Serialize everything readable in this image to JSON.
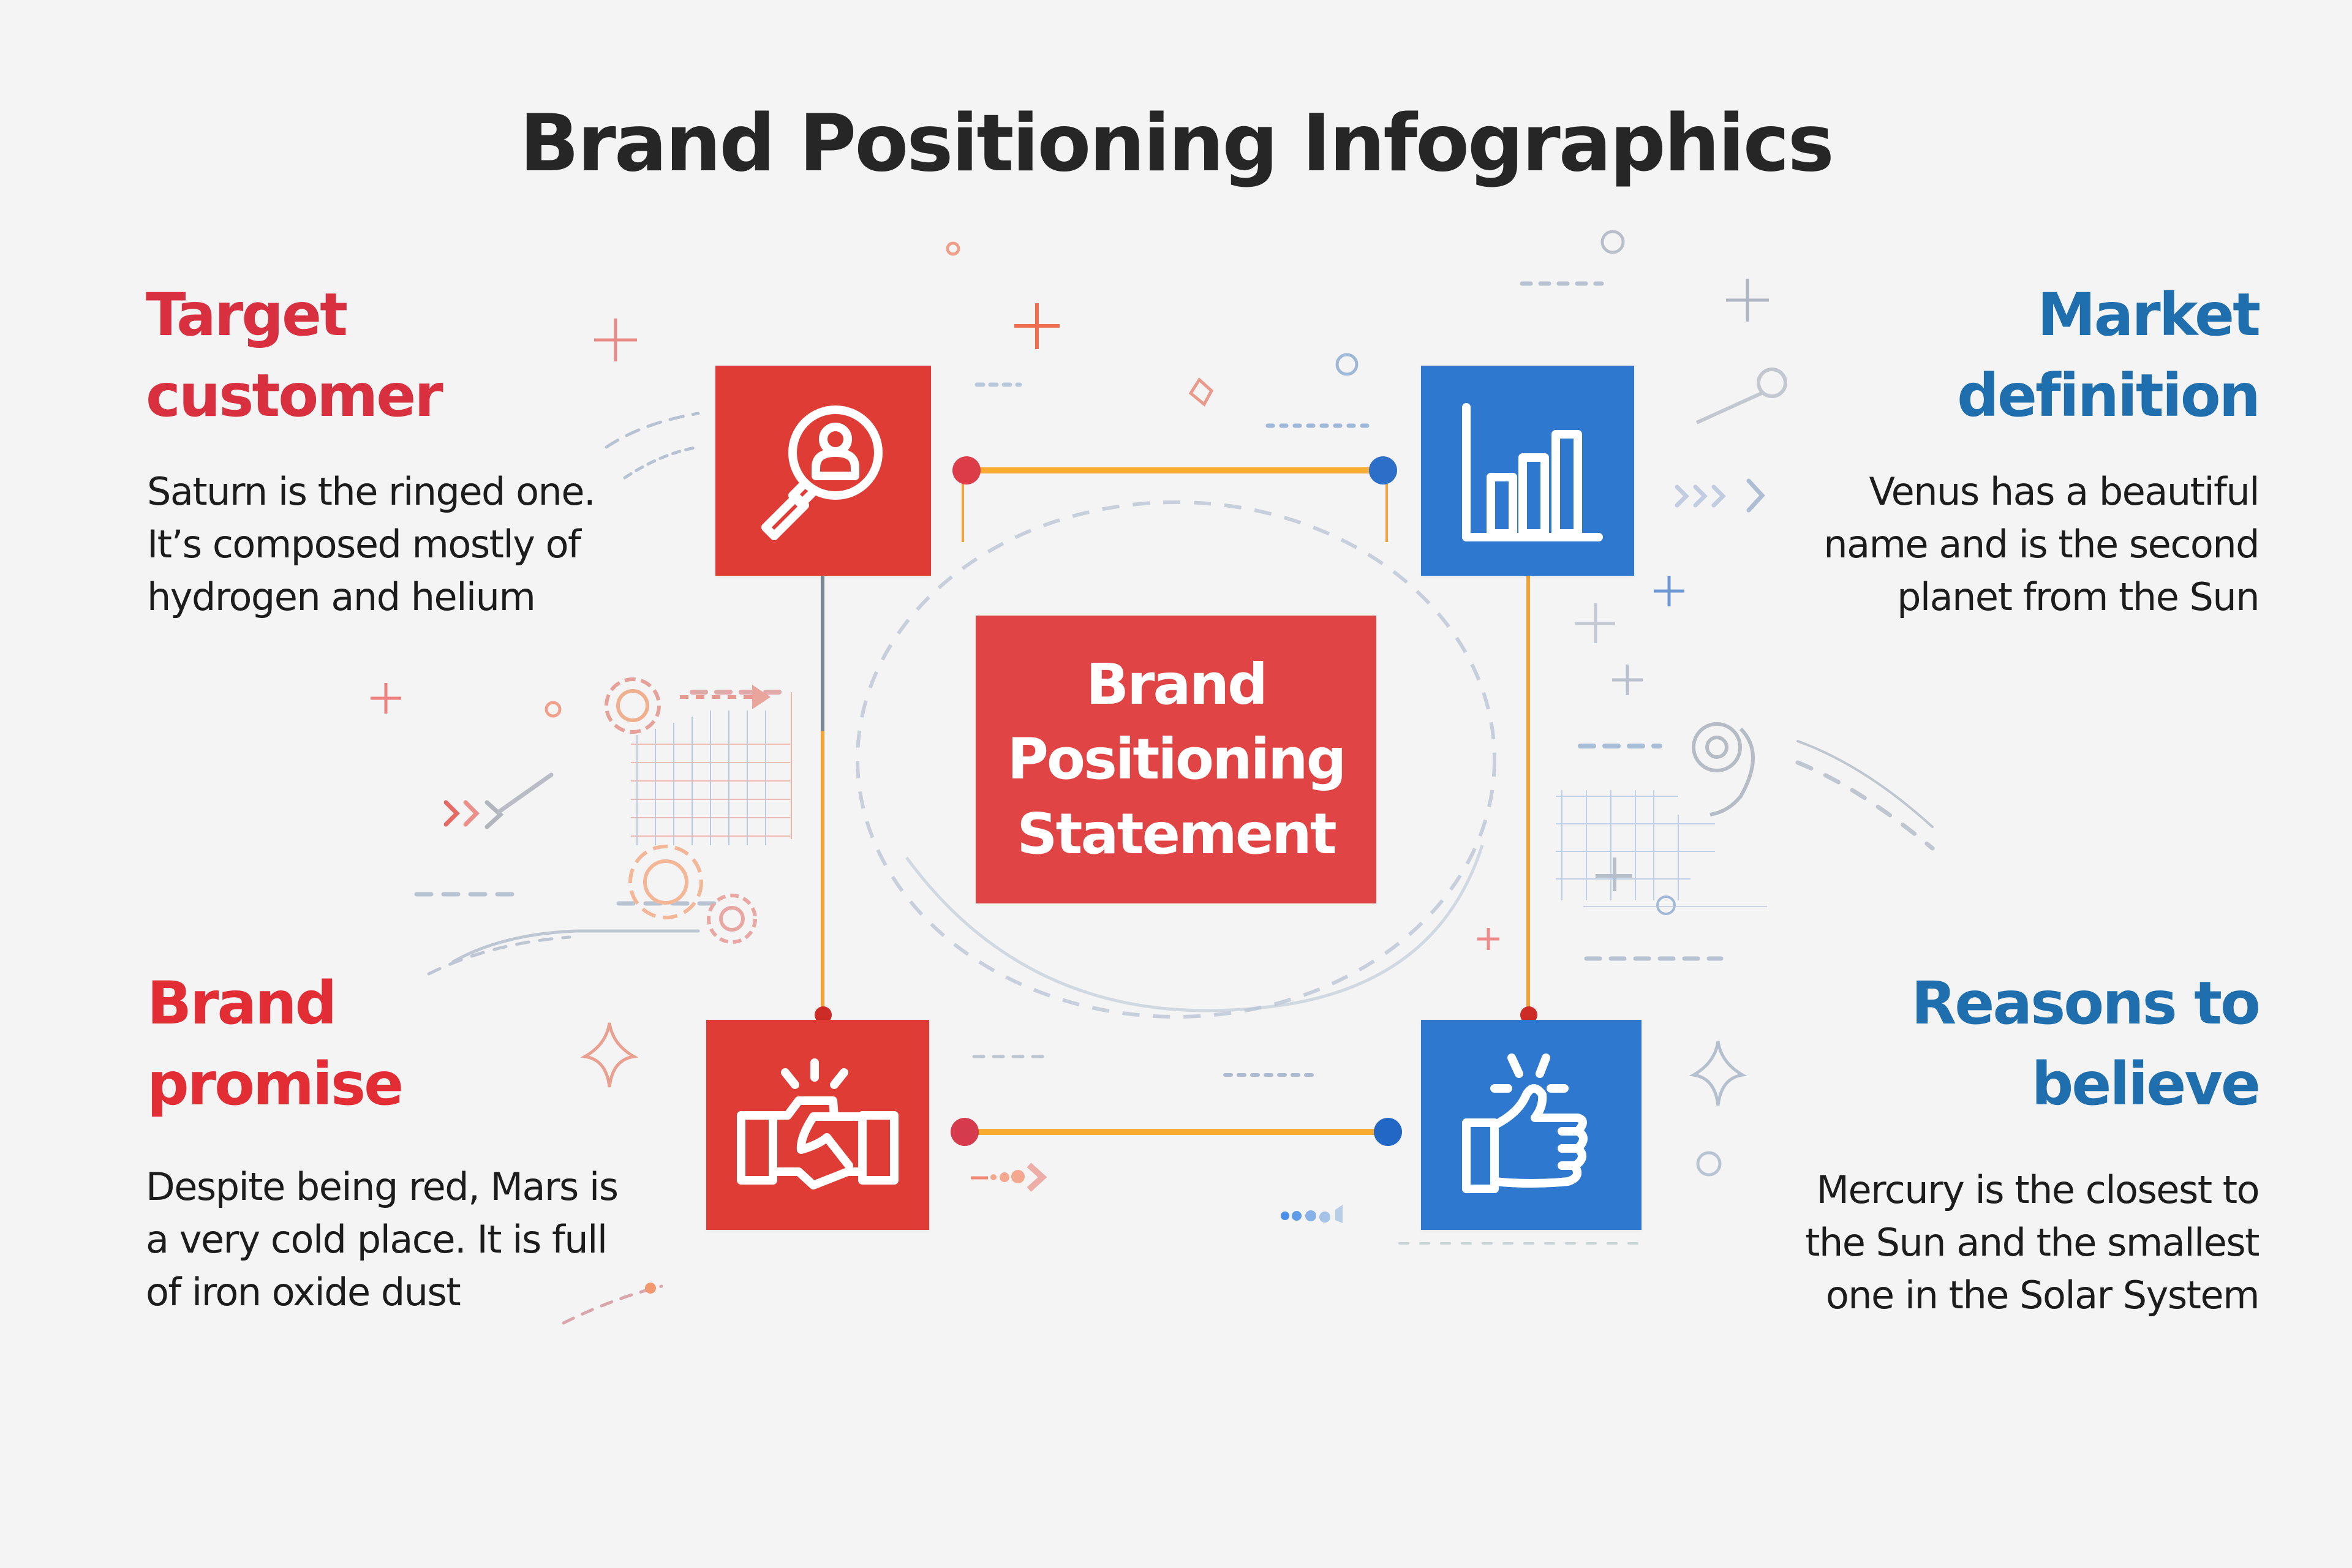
{
  "title": "Brand Positioning Infographics",
  "center": {
    "line1": "Brand",
    "line2": "Positioning",
    "line3": "Statement"
  },
  "quadrants": {
    "target_customer": {
      "heading_line1": "Target",
      "heading_line2": "customer",
      "body_line1": "Saturn is the ringed one.",
      "body_line2": "It’s composed mostly of",
      "body_line3": "hydrogen and helium",
      "icon": "magnifier-person-icon",
      "color": "#e03c36"
    },
    "market_definition": {
      "heading_line1": "Market",
      "heading_line2": "definition",
      "body_line1": "Venus has a beautiful",
      "body_line2": "name and is the second",
      "body_line3": "planet from the Sun",
      "icon": "bar-chart-icon",
      "color": "#2f78cf"
    },
    "brand_promise": {
      "heading_line1": "Brand",
      "heading_line2": "promise",
      "body_line1": "Despite being red, Mars is",
      "body_line2": "a very cold place. It is full",
      "body_line3": "of iron oxide dust",
      "icon": "handshake-icon",
      "color": "#e03c36"
    },
    "reasons_to_believe": {
      "heading_line1": "Reasons to",
      "heading_line2": "believe",
      "body_line1": "Mercury is the closest to",
      "body_line2": "the Sun and the smallest",
      "body_line3": "one in the Solar System",
      "icon": "thumbs-up-icon",
      "color": "#2f78cf"
    }
  },
  "colors": {
    "background": "#f5f4f5",
    "red_accent": "#e03c36",
    "blue_accent": "#2f78cf",
    "red_heading": "#d8303f",
    "blue_heading": "#1f6fae",
    "connector": "#f8ab33",
    "center_box": "#e04444",
    "title_text": "#262626"
  }
}
